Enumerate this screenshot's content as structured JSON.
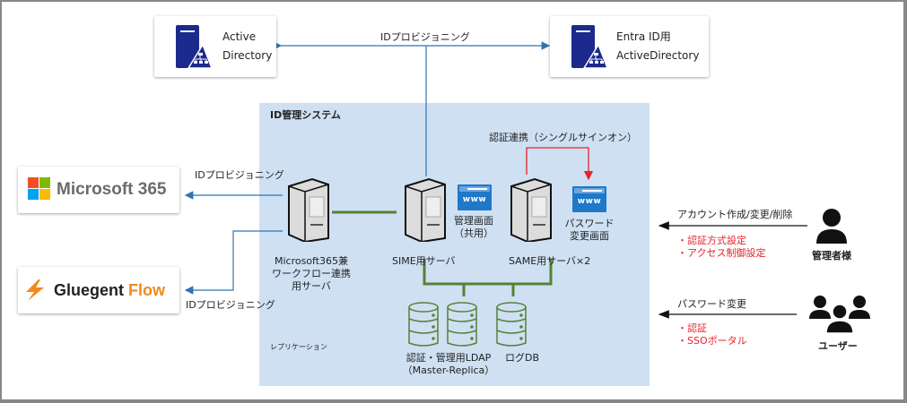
{
  "nodes": {
    "active_directory": {
      "line1": "Active",
      "line2": "Directory",
      "icon": "ad-server-icon"
    },
    "entra_ad": {
      "line1": "Entra ID用",
      "line2": "ActiveDirectory",
      "icon": "ad-server-icon"
    },
    "microsoft365": {
      "label": "Microsoft 365",
      "icon": "microsoft-logo-icon"
    },
    "gluegent_flow": {
      "label_a": "Gluegent",
      "label_b": "Flow",
      "icon": "gluegent-logo-icon"
    },
    "m365_server": {
      "line1": "Microsoft365兼",
      "line2": "ワークフロー連携",
      "line3": "用サーバ"
    },
    "sime_server": {
      "label": "SIME用サーバ"
    },
    "same_server": {
      "label": "SAME用サーバ×2"
    },
    "admin_screen": {
      "www": "www",
      "line1": "管理画面",
      "line2": "（共用）"
    },
    "password_screen": {
      "www": "www",
      "line1": "パスワード",
      "line2": "変更画面"
    },
    "ldap": {
      "line1": "認証・管理用LDAP",
      "line2": "（Master-Replica）"
    },
    "log_db": {
      "label": "ログDB"
    },
    "admin_user": {
      "label": "管理者様"
    },
    "end_user": {
      "label": "ユーザー"
    }
  },
  "group": {
    "title": "ID管理システム"
  },
  "edges": {
    "top_provisioning": "IDプロビジョニング",
    "m365_provisioning": "IDプロビジョニング",
    "gluegent_provisioning": "IDプロビジョニング",
    "sso": "認証連携（シングルサインオン）",
    "replication": "レプリケーション",
    "admin_action": "アカウント作成/変更/削除",
    "user_action": "パスワード変更"
  },
  "notes": {
    "admin": [
      "・認証方式設定",
      "・アクセス制御設定"
    ],
    "user": [
      "・認証",
      "・SSOポータル"
    ]
  },
  "colors": {
    "blue_line": "#2f75b5",
    "green_line": "#548235",
    "red_line": "#e8222a",
    "ad_navy": "#1b2a8c",
    "group_bg": "#cfe0f3"
  }
}
